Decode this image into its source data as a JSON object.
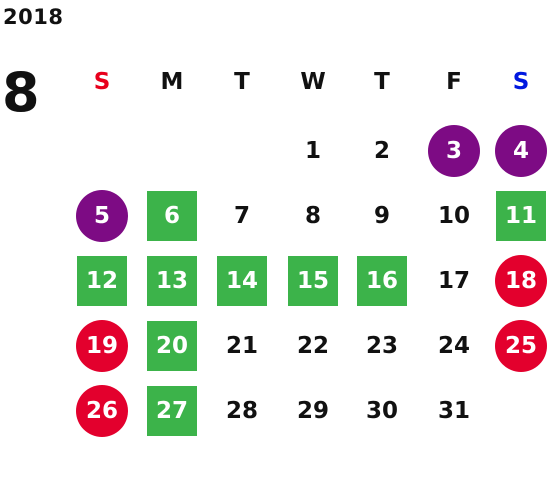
{
  "calendar": {
    "year": "2018",
    "month": "8",
    "weekdays": [
      {
        "label": "S",
        "color": "#e8001c"
      },
      {
        "label": "M",
        "color": "#111111"
      },
      {
        "label": "T",
        "color": "#111111"
      },
      {
        "label": "W",
        "color": "#111111"
      },
      {
        "label": "T",
        "color": "#111111"
      },
      {
        "label": "F",
        "color": "#111111"
      },
      {
        "label": "S",
        "color": "#0018e0"
      }
    ],
    "colors": {
      "green_square": "#3cb34a",
      "red_circle": "#e3002d",
      "purple_circle": "#7d0b84"
    },
    "weeks": [
      [
        null,
        null,
        null,
        {
          "day": "1"
        },
        {
          "day": "2"
        },
        {
          "day": "3",
          "mark": "purple_circle"
        },
        {
          "day": "4",
          "mark": "purple_circle"
        }
      ],
      [
        {
          "day": "5",
          "mark": "purple_circle"
        },
        {
          "day": "6",
          "mark": "green_square"
        },
        {
          "day": "7"
        },
        {
          "day": "8"
        },
        {
          "day": "9"
        },
        {
          "day": "10"
        },
        {
          "day": "11",
          "mark": "green_square"
        }
      ],
      [
        {
          "day": "12",
          "mark": "green_square"
        },
        {
          "day": "13",
          "mark": "green_square"
        },
        {
          "day": "14",
          "mark": "green_square"
        },
        {
          "day": "15",
          "mark": "green_square"
        },
        {
          "day": "16",
          "mark": "green_square"
        },
        {
          "day": "17"
        },
        {
          "day": "18",
          "mark": "red_circle"
        }
      ],
      [
        {
          "day": "19",
          "mark": "red_circle"
        },
        {
          "day": "20",
          "mark": "green_square"
        },
        {
          "day": "21"
        },
        {
          "day": "22"
        },
        {
          "day": "23"
        },
        {
          "day": "24"
        },
        {
          "day": "25",
          "mark": "red_circle"
        }
      ],
      [
        {
          "day": "26",
          "mark": "red_circle"
        },
        {
          "day": "27",
          "mark": "green_square"
        },
        {
          "day": "28"
        },
        {
          "day": "29"
        },
        {
          "day": "30"
        },
        {
          "day": "31"
        },
        null
      ]
    ]
  }
}
